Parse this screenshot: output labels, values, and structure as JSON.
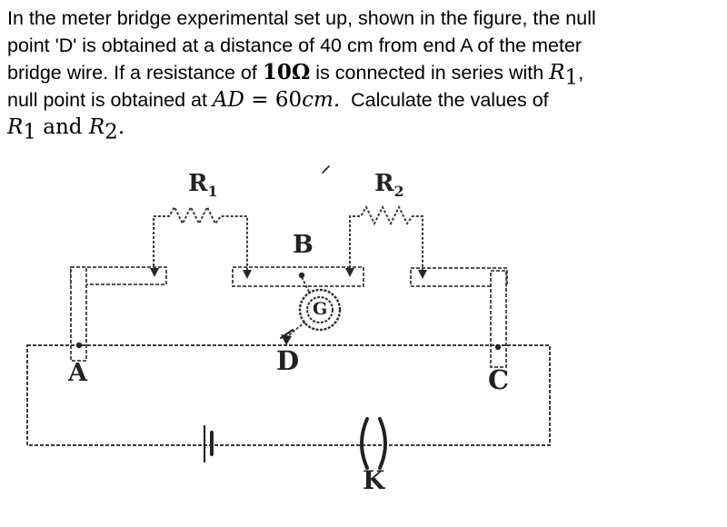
{
  "problem": {
    "line1": "In the meter bridge experimental set up, shown in the figure, the null",
    "line2": "point 'D' is obtained at a distance of 40 cm from end A of the meter",
    "line3a": "bridge wire. If a resistance of ",
    "line3_omega": "10Ω",
    "line3b": " is connected in series with ",
    "line3_R": "R",
    "line3_Rsub": "1",
    "line3c": ",",
    "line4a": "null point is obtained at ",
    "line4_AD": "AD",
    "line4_eq": " = ",
    "line4_val": "60",
    "line4_cm": "cm.",
    "line4b": "  Calculate the values of",
    "line5_R1": "R",
    "line5_R1sub": "1",
    "line5_and": " and ",
    "line5_R2": "R",
    "line5_R2sub": "2",
    "line5_dot": "."
  },
  "figure": {
    "labels": {
      "r1": "R",
      "r1sub": "1",
      "r2": "R",
      "r2sub": "2",
      "b": "B",
      "a": "A",
      "c": "C",
      "d": "D",
      "k": "K",
      "galvanometer": "G"
    },
    "colors": {
      "ink": "#3a3a3a"
    }
  }
}
